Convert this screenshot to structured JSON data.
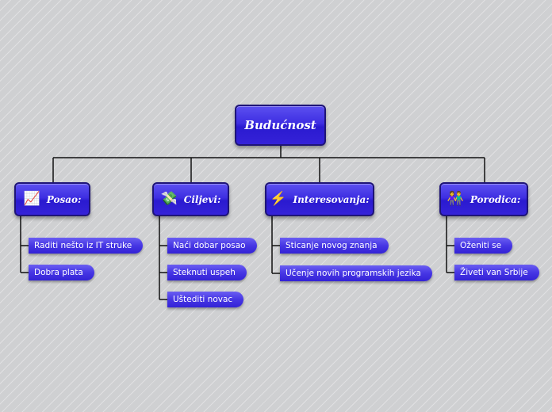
{
  "root": {
    "label": "Budućnost"
  },
  "branches": [
    {
      "label": "Posao:",
      "icon": "📈",
      "icon_name": "chart-increasing-icon",
      "items": [
        "Raditi nešto iz IT struke",
        "Dobra plata"
      ]
    },
    {
      "label": "Ciljevi:",
      "icon": "💸",
      "icon_name": "money-with-wings-icon",
      "items": [
        "Naći dobar posao",
        "Steknuti uspeh",
        "Uštediti novac"
      ]
    },
    {
      "label": "Interesovanja:",
      "icon": "⚡",
      "icon_name": "lightning-icon",
      "items": [
        "Sticanje novog znanja",
        "Učenje novih programskih jezika"
      ]
    },
    {
      "label": "Porodica:",
      "icon": "👫",
      "icon_name": "couple-icon",
      "items": [
        "Oženiti se",
        "Živeti van Srbije"
      ]
    }
  ],
  "colors": {
    "node": "#3e2ee2",
    "border": "#1e1478",
    "line": "#111111",
    "background": "#cfd0d2"
  }
}
